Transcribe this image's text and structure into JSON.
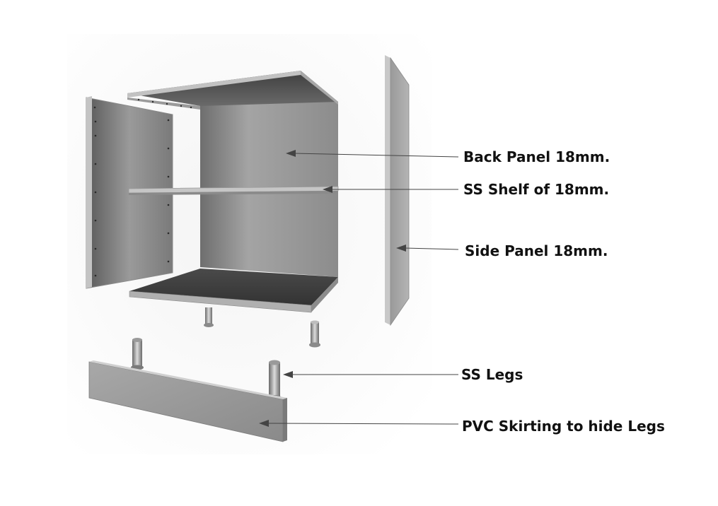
{
  "labels": {
    "back_panel": "Back Panel 18mm.",
    "ss_shelf": "SS Shelf of 18mm.",
    "side_panel": "Side Panel 18mm.",
    "ss_legs": "SS Legs",
    "pvc_skirting": "PVC Skirting to hide Legs"
  },
  "colors": {
    "panel_light": "#b8b8b8",
    "panel_mid": "#8f8f8f",
    "panel_dark": "#4a4a4a",
    "leader_line": "#444444",
    "text": "#111111"
  }
}
